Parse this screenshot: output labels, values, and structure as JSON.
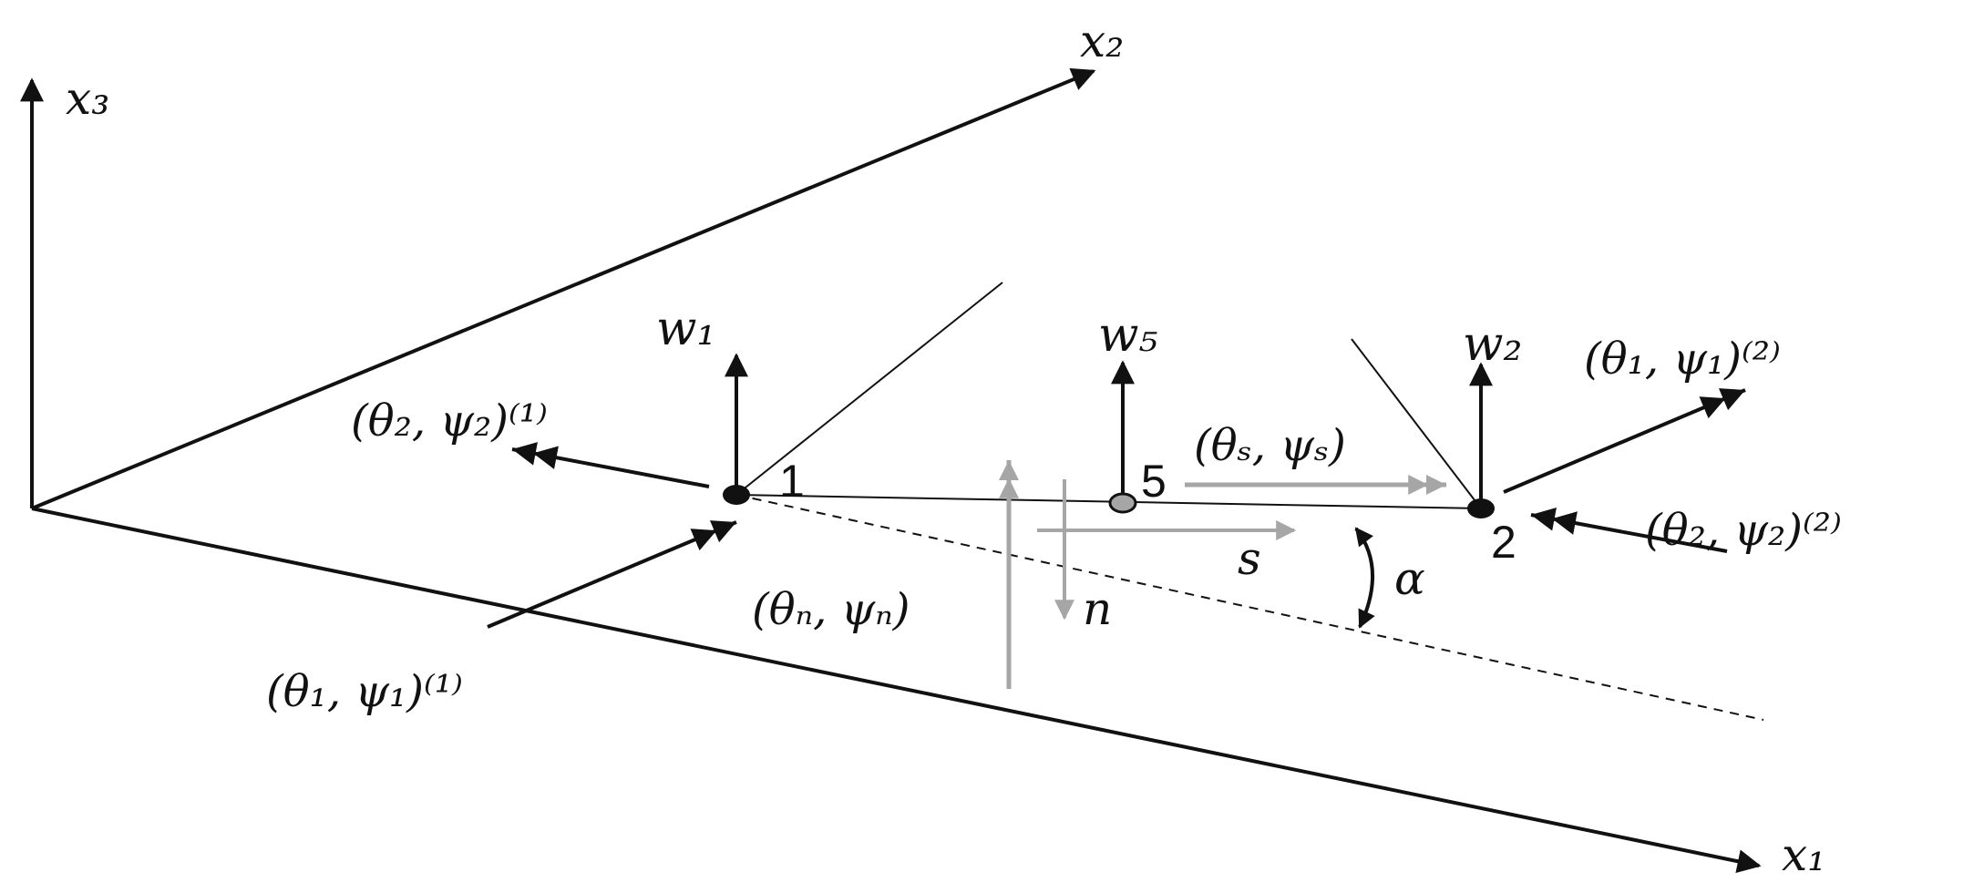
{
  "labels": {
    "x1": "x₁",
    "x2": "x₂",
    "x3": "x₃",
    "w1": "w₁",
    "w5": "w₅",
    "w2": "w₂",
    "node1": "1",
    "node5": "5",
    "node2": "2",
    "theta2_psi2_1": "(θ₂, ψ₂)⁽¹⁾",
    "theta1_psi1_1": "(θ₁, ψ₁)⁽¹⁾",
    "theta1_psi1_2": "(θ₁, ψ₁)⁽²⁾",
    "theta2_psi2_2": "(θ₂, ψ₂)⁽²⁾",
    "theta_s_psi_s": "(θₛ, ψₛ)",
    "theta_n_psi_n": "(θₙ, ψₙ)",
    "s": "s",
    "n": "n",
    "alpha": "α"
  },
  "colors": {
    "ink": "#111111",
    "local_axes": "#a6a6a6"
  }
}
